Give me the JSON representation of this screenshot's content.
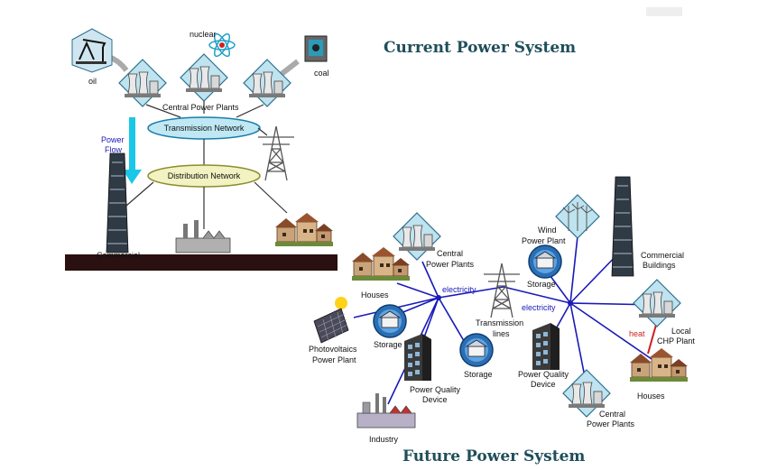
{
  "current": {
    "title": "Current Power System",
    "labels": {
      "oil": "oil",
      "nuclear": "nuclear",
      "coal": "coal",
      "central_plants": "Central Power Plants",
      "transmission": "Transmission Network",
      "distribution": "Distribution Network",
      "power_flow_1": "Power",
      "power_flow_2": "Flow",
      "commercial": "Commercial"
    }
  },
  "future": {
    "title": "Future Power System",
    "labels": {
      "central_top_1": "Central",
      "central_top_2": "Power Plants",
      "houses_left": "Houses",
      "electricity_left": "electricity",
      "electricity_right": "electricity",
      "pv_1": "Photovoltaics",
      "pv_2": "Power Plant",
      "storage_left": "Storage",
      "pq_left_1": "Power Quality",
      "pq_left_2": "Device",
      "industry": "Industry",
      "storage_mid": "Storage",
      "transmission_1": "Transmission",
      "transmission_2": "lines",
      "wind_1": "Wind",
      "wind_2": "Power Plant",
      "storage_right": "Storage",
      "commercial_1": "Commercial",
      "commercial_2": "Buildings",
      "pq_right_1": "Power Quality",
      "pq_right_2": "Device",
      "heat": "heat",
      "chp_1": "Local",
      "chp_2": "CHP Plant",
      "houses_right": "Houses",
      "central_bottom_1": "Central",
      "central_bottom_2": "Power Plants"
    }
  },
  "colors": {
    "heading": "#1f4e5a",
    "link": "#1a1ab8",
    "flow_arrow": "#19c8e8",
    "heat": "#cc2020"
  }
}
